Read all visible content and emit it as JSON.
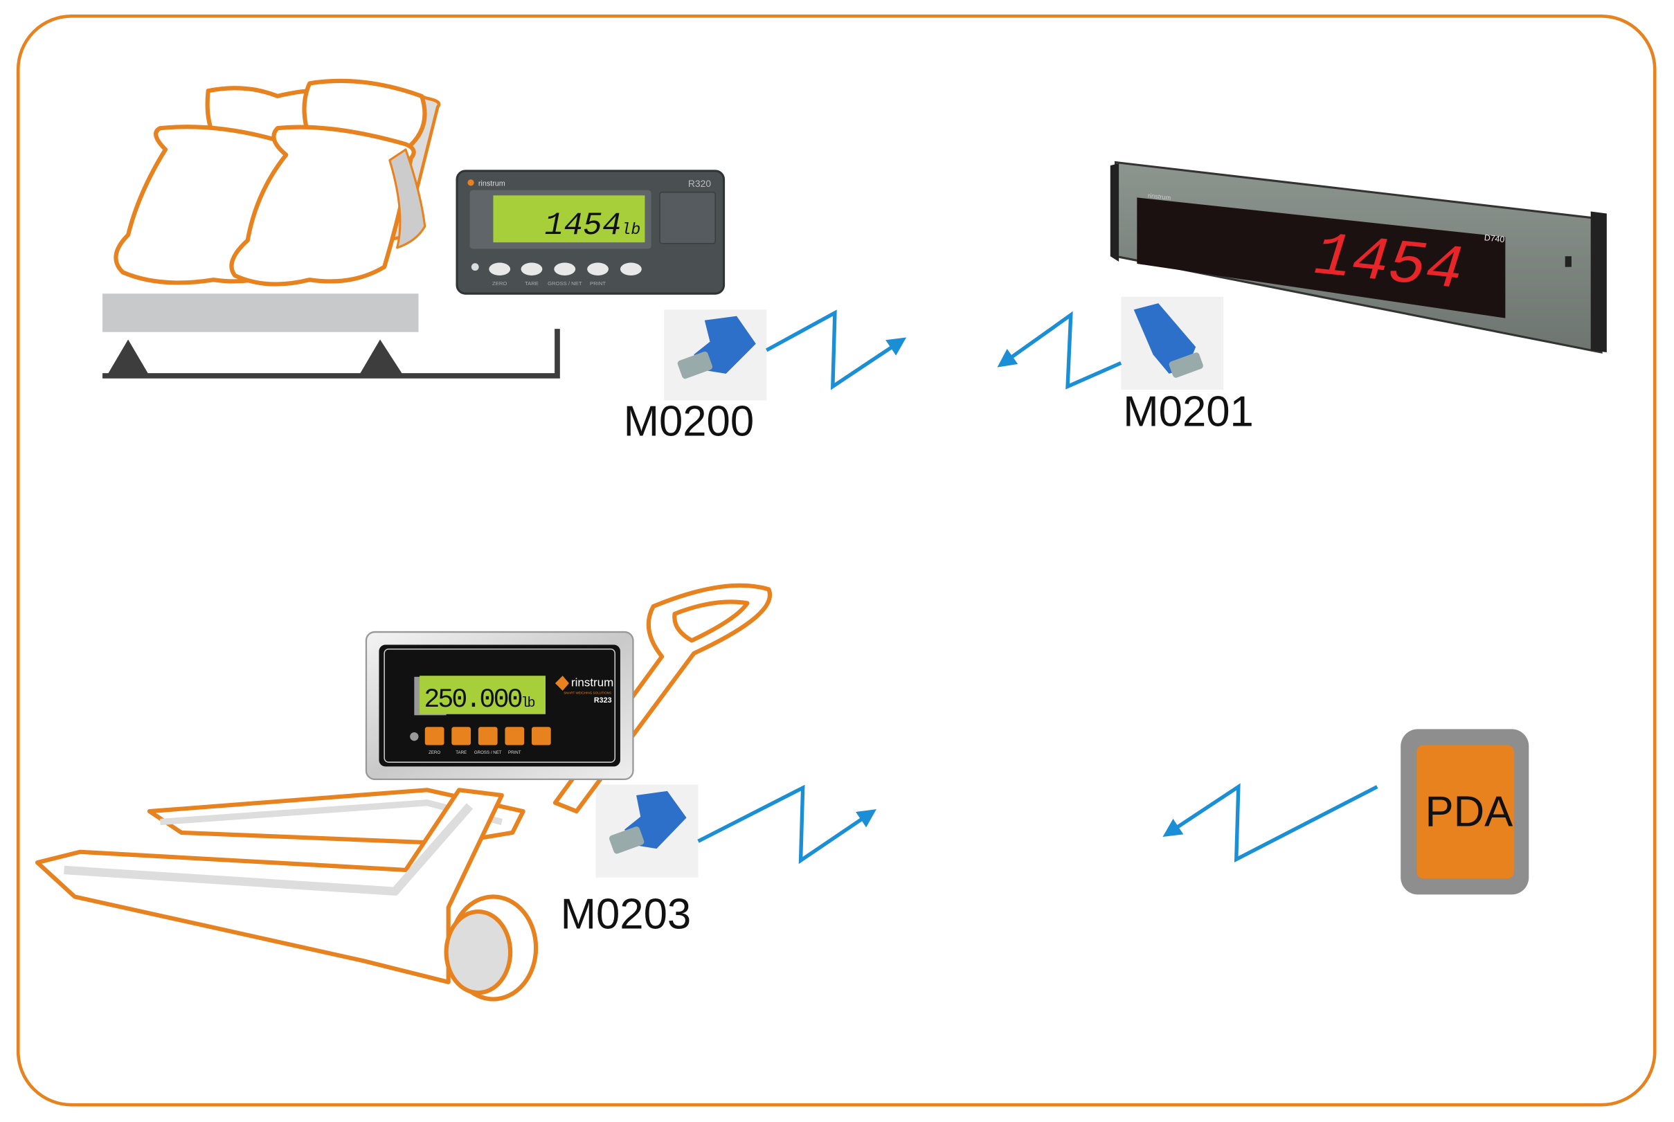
{
  "indicator_r320": {
    "brand": "rinstrum",
    "model": "R320",
    "reading": "1454",
    "unit": "lb",
    "buttons": [
      "ZERO",
      "TARE",
      "GROSS / NET",
      "PRINT"
    ]
  },
  "display_d740": {
    "brand": "rinstrum",
    "model": "D740",
    "reading": "1454"
  },
  "indicator_r323": {
    "brand": "rinstrum",
    "tagline": "SMART WEIGHING SOLUTIONS",
    "model": "R323",
    "reading": "250.000",
    "unit": "lb",
    "buttons": [
      "ZERO",
      "TARE",
      "GROSS / NET",
      "PRINT"
    ]
  },
  "modules": {
    "m1": "M0200",
    "m2": "M0201",
    "m3": "M0203"
  },
  "pda": {
    "label": "PDA"
  },
  "colors": {
    "border": "#E8821E",
    "wireless": "#1A8FD6",
    "lcd": "#A6CF3A",
    "led": "#E8262A",
    "pda_fill": "#E8821E",
    "pda_frame": "#8E8E8E"
  }
}
